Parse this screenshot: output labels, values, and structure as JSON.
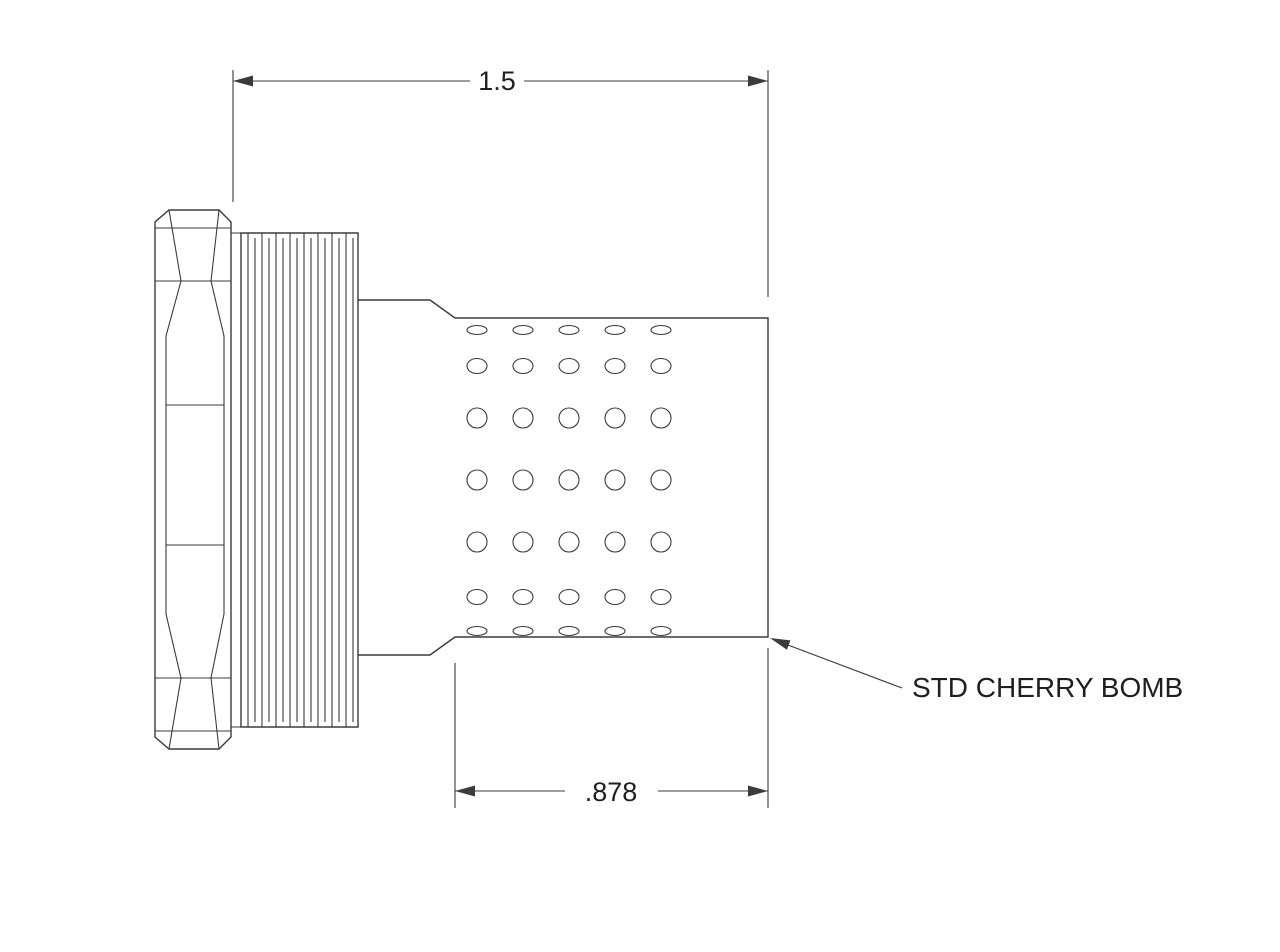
{
  "drawing": {
    "dimensions": {
      "overall_length": "1.5",
      "perforated_length": ".878"
    },
    "callout": {
      "label": "STD CHERRY BOMB"
    },
    "perforation": {
      "columns": 5,
      "rows": 7
    },
    "colors": {
      "line": "#3b3b3b",
      "text": "#1f1f1f",
      "background": "#ffffff"
    }
  }
}
